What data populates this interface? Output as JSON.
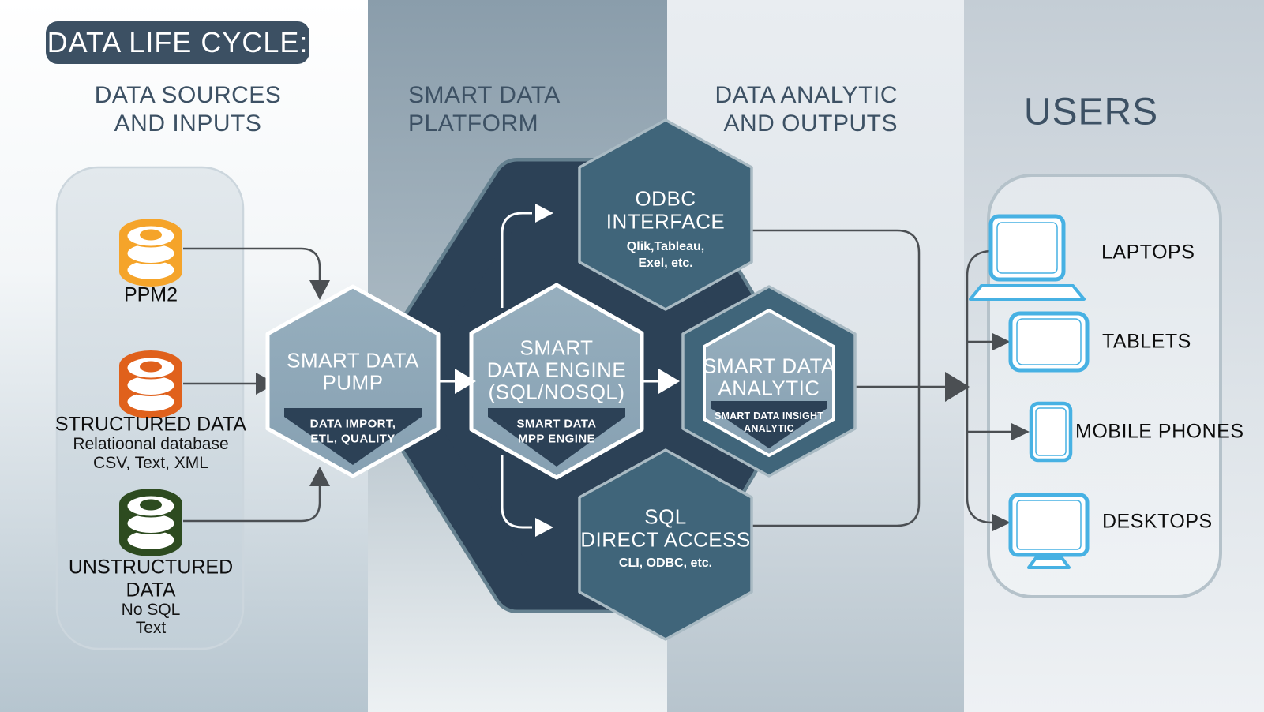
{
  "title": "DATA LIFE CYCLE:",
  "columns": {
    "sources": {
      "heading_line1": "DATA SOURCES",
      "heading_line2": "AND INPUTS"
    },
    "platform": {
      "heading_line1": "SMART DATA",
      "heading_line2": "PLATFORM"
    },
    "analytics": {
      "heading_line1": "DATA ANALYTIC",
      "heading_line2": "AND OUTPUTS"
    },
    "users": {
      "heading": "USERS"
    }
  },
  "sources": {
    "ppm2": {
      "label": "PPM2",
      "color": "#F5A42A"
    },
    "structured": {
      "label": "STRUCTURED DATA",
      "sub1": "Relatioonal database",
      "sub2": "CSV, Text, XML",
      "color": "#E0611C"
    },
    "unstructured": {
      "label_line1": "UNSTRUCTURED",
      "label_line2": "DATA",
      "sub1": "No SQL",
      "sub2": "Text",
      "color": "#2D4B20"
    }
  },
  "platform": {
    "pump": {
      "title_line1": "SMART DATA",
      "title_line2": "PUMP",
      "banner_line1": "DATA IMPORT,",
      "banner_line2": "ETL, QUALITY"
    },
    "engine": {
      "title_line1": "SMART",
      "title_line2": "DATA ENGINE",
      "title_line3": "(SQL/NOSQL)",
      "banner_line1": "SMART DATA",
      "banner_line2": "MPP ENGINE"
    },
    "odbc": {
      "title_line1": "ODBC",
      "title_line2": "INTERFACE",
      "sub_line1": "Qlik,Tableau,",
      "sub_line2": "Exel, etc."
    },
    "sql": {
      "title_line1": "SQL",
      "title_line2": "DIRECT ACCESS",
      "sub": "CLI, ODBC, etc."
    }
  },
  "analytics": {
    "analytic": {
      "title_line1": "SMART DATA",
      "title_line2": "ANALYTIC",
      "banner_line1": "SMART DATA INSIGHT",
      "banner_line2": "ANALYTIC"
    }
  },
  "users": {
    "devices": [
      {
        "label": "LAPTOPS"
      },
      {
        "label": "TABLETS"
      },
      {
        "label": "MOBILE PHONES"
      },
      {
        "label": "DESKTOPS"
      }
    ]
  },
  "colors": {
    "dark_navy": "#2C4156",
    "navy_rim": "#64808F",
    "badge_navy": "#3C5063",
    "teal_hex": "#40657A",
    "teal_border": "#A9BAC3",
    "light_hex_top": "#97AFBE",
    "light_hex_bottom": "#86A0B2",
    "heading_text": "#3D5164",
    "line_dark": "#4B4F53",
    "line_white": "#FFFFFF",
    "device_blue": "#47B1E3"
  }
}
